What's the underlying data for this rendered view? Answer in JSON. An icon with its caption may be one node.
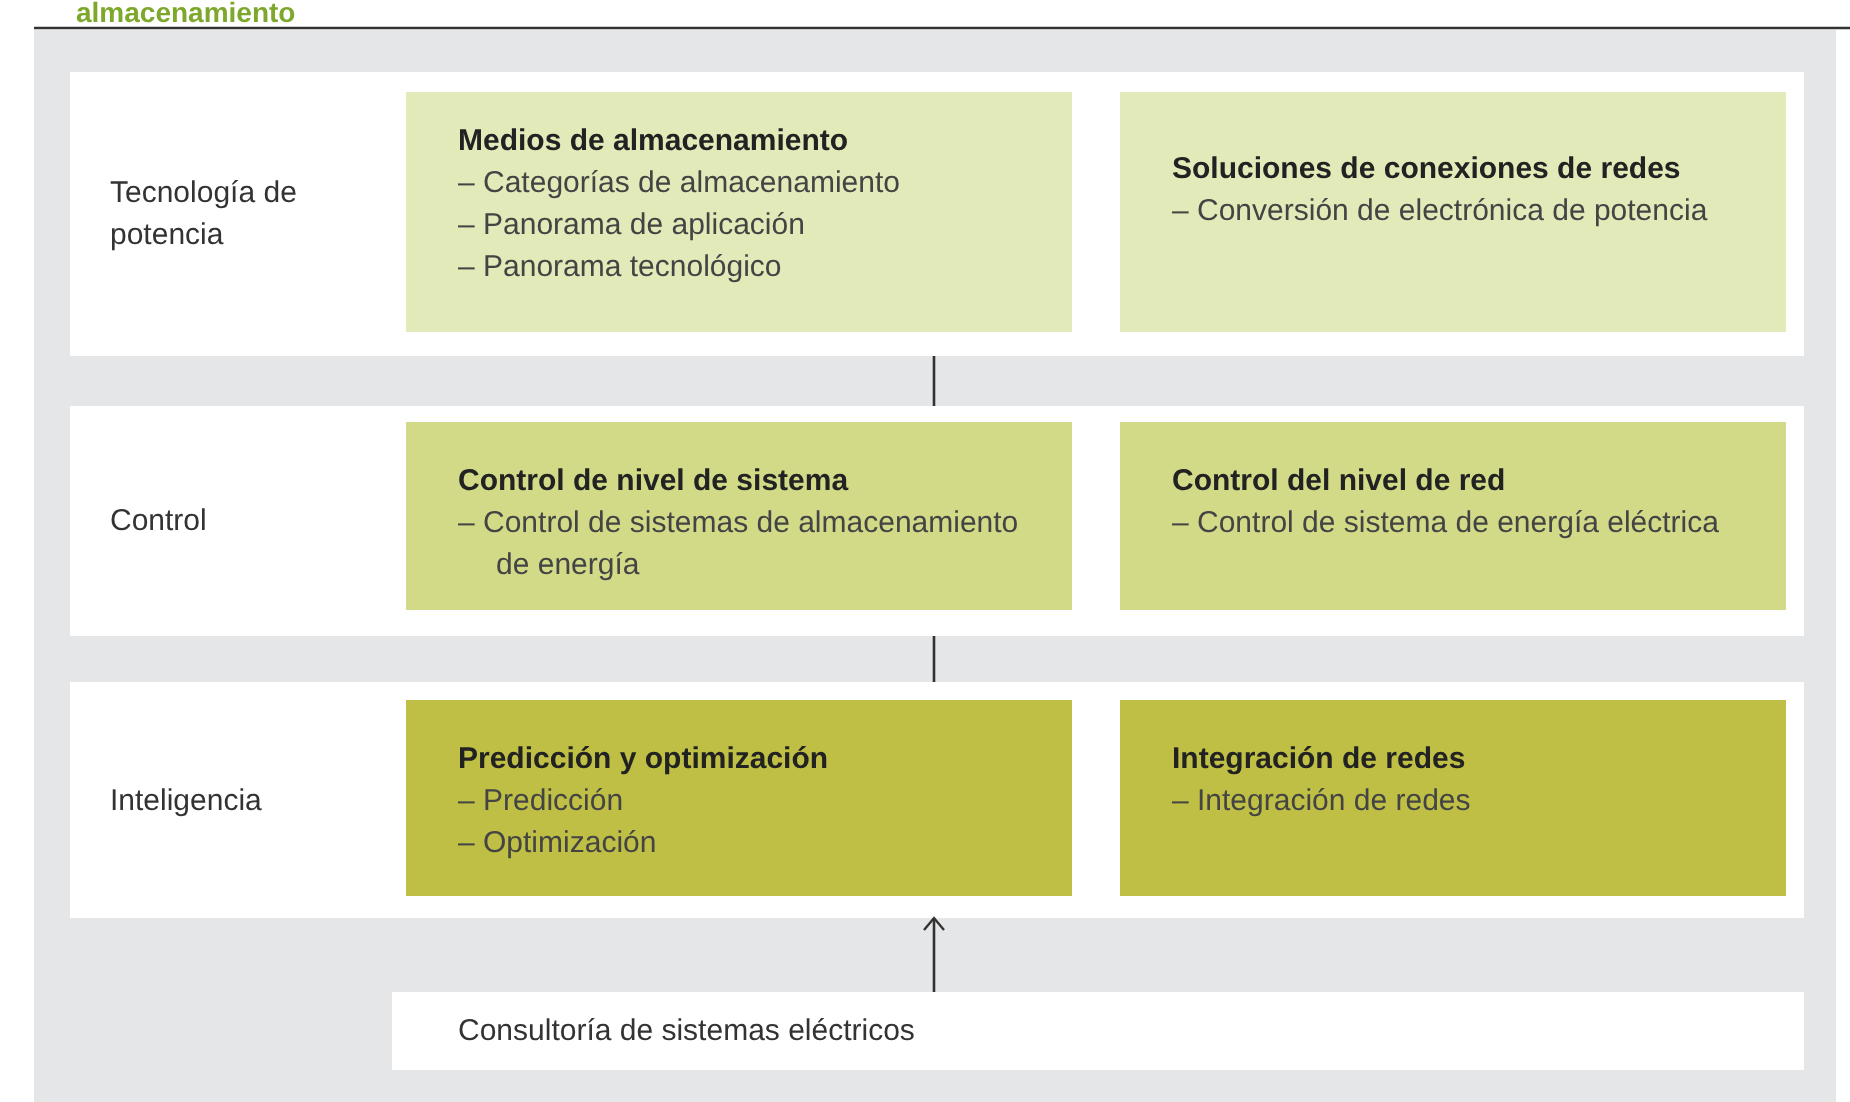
{
  "diagram": {
    "title": "almacenamiento",
    "nodes": [
      {
        "text": [
          "Tecnología de potencia"
        ]
      },
      {
        "text": [
          "Medios de almacenamiento",
          "– Categorías de almacenamiento",
          "– Panorama de aplicación",
          "– Panorama tecnológico"
        ],
        "in": 0
      },
      {
        "text": [
          "Soluciones de conexiones de redes",
          "– Conversión de electrónica de potencia"
        ],
        "in": 0
      },
      {
        "text": [
          "Control"
        ]
      },
      {
        "text": [
          "Control de nivel de sistema",
          "– Control de sistemas de almacenamiento de energía"
        ],
        "in": 3
      },
      {
        "text": [
          "Control del nivel de red",
          "– Control de sistema de energía eléctrica"
        ],
        "in": 3
      },
      {
        "text": [
          "Inteligencia"
        ]
      },
      {
        "text": [
          "Predicción y optimización",
          "– Predicción",
          "– Optimización"
        ],
        "in": 6
      },
      {
        "text": [
          "Integración de redes",
          "– Integración de redes"
        ],
        "in": 6
      },
      {
        "text": [
          "Consultoría de sistemas eléctricos"
        ]
      }
    ],
    "edges": [
      {
        "from": 0,
        "to": 3,
        "arrow": "none"
      },
      {
        "from": 3,
        "to": 6,
        "arrow": "none"
      },
      {
        "from": 9,
        "to": 6,
        "arrow": "to"
      }
    ]
  }
}
